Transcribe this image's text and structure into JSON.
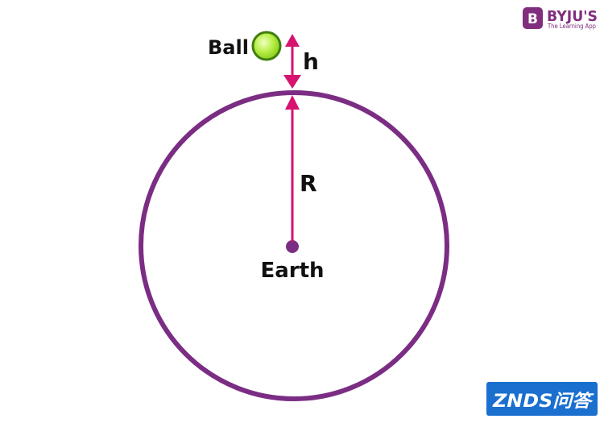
{
  "diagram": {
    "ball_label": "Ball",
    "height_label": "h",
    "radius_label": "R",
    "center_label": "Earth"
  },
  "branding": {
    "byjus_name": "BYJU'S",
    "byjus_tagline": "The Learning App",
    "znds_text": "ZNDS问答"
  },
  "colors": {
    "earth_outline": "#7b2d84",
    "arrow": "#d6136e",
    "center_dot": "#7b2d84",
    "ball_fill": "#b8f04a",
    "ball_outline": "#3f7d10",
    "byjus_purple": "#812e7e",
    "znds_blue": "#1a6fcf"
  }
}
